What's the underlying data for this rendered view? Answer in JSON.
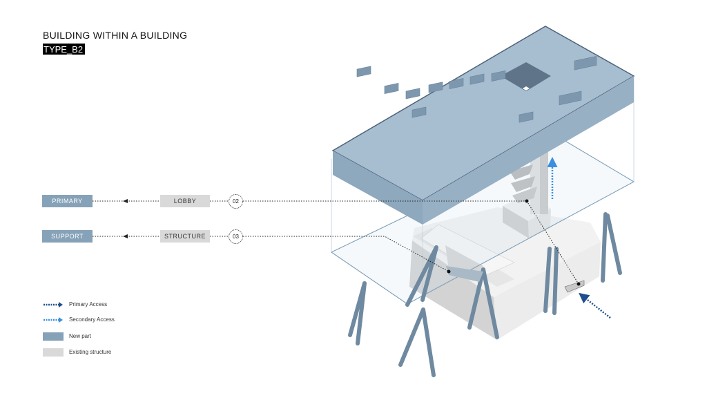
{
  "header": {
    "title": "BUILDING WITHIN A BUILDING",
    "subtitle": "TYPE_B2"
  },
  "callouts": [
    {
      "number": "02",
      "element": "LOBBY",
      "category": "PRIMARY ACCESS"
    },
    {
      "number": "03",
      "element": "STRUCTURE",
      "category": "SUPPORT"
    }
  ],
  "legend": [
    {
      "label": "Primary Access",
      "icon": "dotted-arrow-dark"
    },
    {
      "label": "Secondary Access",
      "icon": "dotted-arrow-light"
    },
    {
      "label": "New part",
      "icon": "blue-swatch"
    },
    {
      "label": "Existing structure",
      "icon": "gray-swatch"
    }
  ],
  "colors": {
    "new_part": "#86a2b8",
    "existing_structure": "#d9d9d9",
    "primary_access": "#1f4e8c",
    "secondary_access": "#3a8fe0"
  }
}
